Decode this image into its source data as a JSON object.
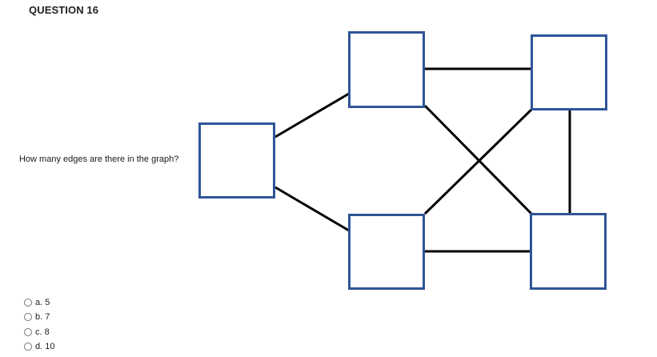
{
  "question": {
    "title": "QUESTION 16",
    "prompt": "How many edges are there in the graph?"
  },
  "graph": {
    "node_border_color": "#2f5597",
    "edge_color": "#000000",
    "nodes": [
      "left",
      "top-middle",
      "bottom-middle",
      "top-right",
      "bottom-right"
    ],
    "edges": [
      [
        "left",
        "top-middle"
      ],
      [
        "left",
        "bottom-middle"
      ],
      [
        "top-middle",
        "top-right"
      ],
      [
        "top-middle",
        "bottom-right"
      ],
      [
        "bottom-middle",
        "top-right"
      ],
      [
        "bottom-middle",
        "bottom-right"
      ],
      [
        "top-right",
        "bottom-right"
      ]
    ]
  },
  "answers": [
    {
      "label": "a. 5"
    },
    {
      "label": "b. 7"
    },
    {
      "label": "c. 8"
    },
    {
      "label": "d. 10"
    }
  ]
}
